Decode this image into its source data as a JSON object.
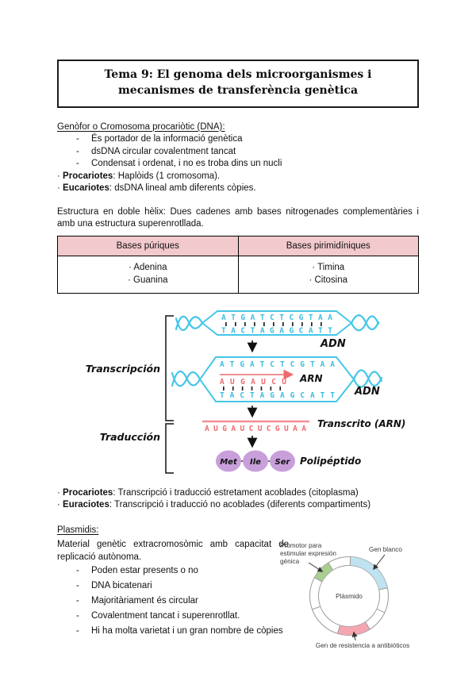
{
  "markers": {
    "dash": "-",
    "dot": "·"
  },
  "palette": {
    "dna_strand": "#45c6e8",
    "dna_sequence": "#3cbde2",
    "rna_red": "#ee6b6e",
    "polypeptide_fill": "#c89fdb",
    "table_header_bg": "#f2c9cc",
    "promoter_green": "#a9cf90",
    "target_gene_blue": "#bfe3f0",
    "resistance_pink": "#f4a7b2"
  },
  "title_box": {
    "title": "Tema 9: El genoma dels microorganismes i mecanismes de transferència genètica"
  },
  "genofor": {
    "heading": "Genòfor o Cromosoma procariòtic (DNA):",
    "bullets": [
      "És portador de la informació genètica",
      "dsDNA circular covalentment tancat",
      "Condensat i ordenat, i no es troba dins un nucli"
    ],
    "notes": [
      {
        "term": "Procariotes",
        "text": ": Haplòids (1 cromosoma)."
      },
      {
        "term": "Eucariotes",
        "text": ": dsDNA lineal amb diferents còpies."
      }
    ]
  },
  "estructura": {
    "paragraph": "Estructura en doble hèlix: Dues cadenes amb bases nitrogenades complementàries i amb una estructura superenrotllada."
  },
  "bases_table": {
    "columns": [
      {
        "header": "Bases púriques",
        "items": [
          "· Adenina",
          "· Guanina"
        ]
      },
      {
        "header": "Bases pirimidíniques",
        "items": [
          "· Timina",
          "· Citosina"
        ]
      }
    ]
  },
  "diagram": {
    "transcription_label": "Transcripción",
    "translation_label": "Traducción",
    "dna_top": "ATGATCTCGTAA",
    "dna_bottom": "TACTAGAGCATT",
    "rna_partial": "AUGAUCU",
    "rna_full": "AUGAUCUCGUAA",
    "adn_label_1": "ADN",
    "adn_label_2": "ADN",
    "arn_label": "ARN",
    "transcript_label": "Transcrito (ARN)",
    "polypeptide_label": "Polipéptido",
    "polypeptide_units": [
      "Met",
      "Ile",
      "Ser"
    ]
  },
  "acoblament": {
    "notes": [
      {
        "term": "Procariotes",
        "text": ": Transcripció i traducció estretament acoblades (citoplasma)"
      },
      {
        "term": "Euraciotes",
        "text": ": Transcripció i traducció no acoblades (diferents compartiments)"
      }
    ]
  },
  "plasmidis": {
    "heading": "Plasmidis:",
    "intro": "Material genètic extracromosòmic amb capacitat de replicació autònoma.",
    "bullets": [
      "Poden estar presents o no",
      "DNA bicatenari",
      "Majoritàriament és circular",
      "Covalentment tancat i superenrotllat.",
      "Hi ha molta varietat i un gran nombre de còpies"
    ],
    "figure": {
      "promoter_lines": [
        "Promotor para",
        "estimular expresión",
        "génica"
      ],
      "target_gene_label": "Gen blanco",
      "center_label": "Plásmido",
      "resistance_label": "Gen de resistencia a antibióticos"
    }
  }
}
